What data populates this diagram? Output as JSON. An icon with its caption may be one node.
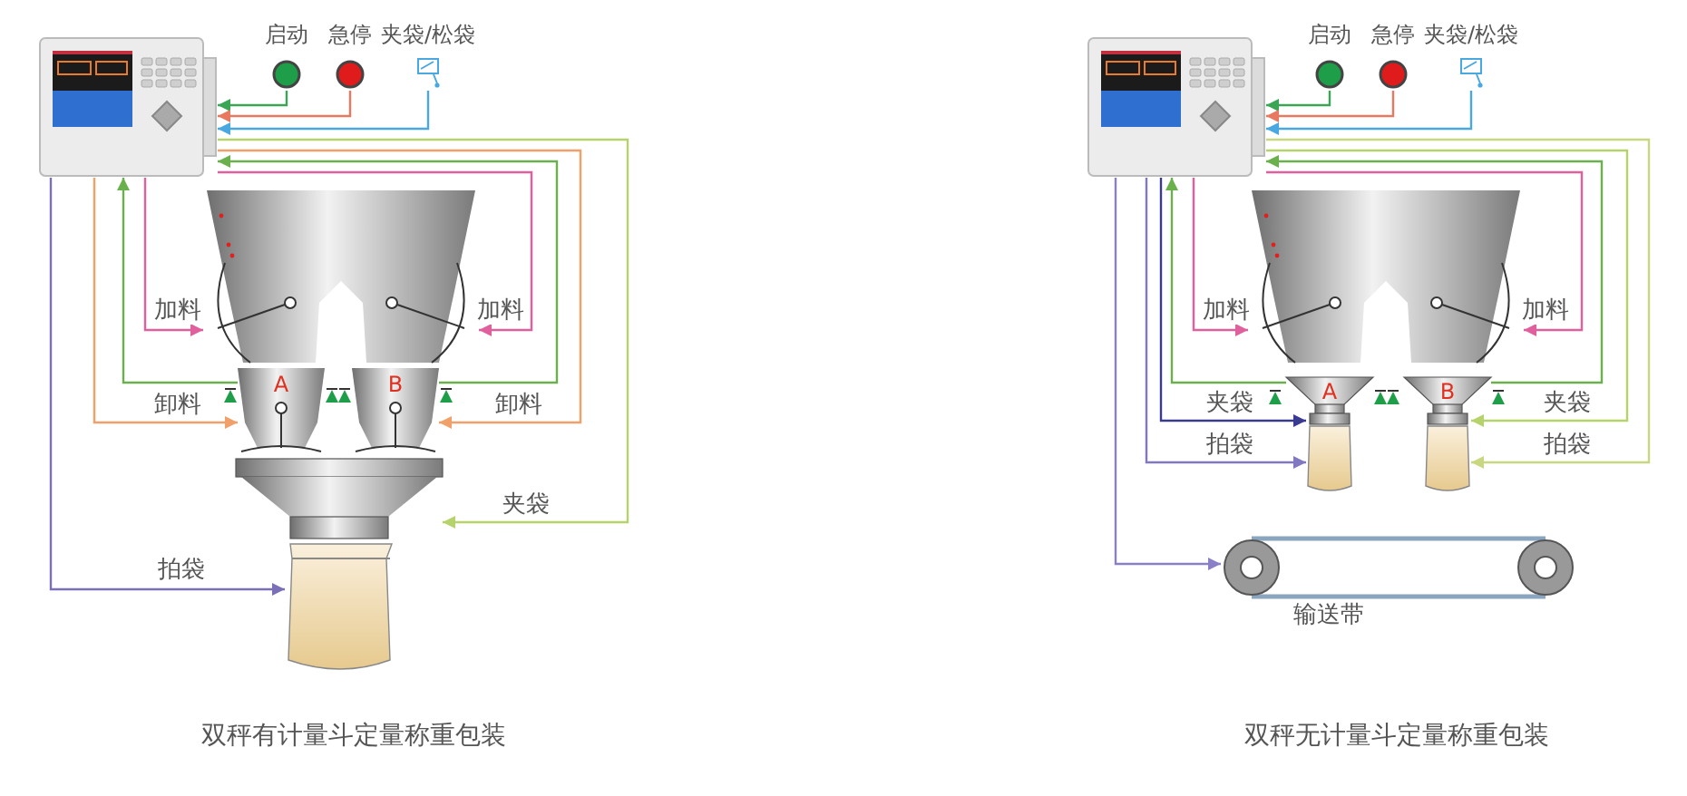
{
  "diagram": {
    "nodes": [
      {
        "text": [],
        "shape": "picture"
      },
      {
        "text": [
          "启动"
        ]
      },
      {
        "text": [
          "急停"
        ]
      },
      {
        "text": [
          "夹袋/松袋"
        ]
      },
      {
        "text": [],
        "shape": "picture"
      },
      {
        "text": [
          "A"
        ]
      },
      {
        "text": [
          "B"
        ]
      },
      {
        "text": [],
        "shape": "picture"
      },
      {
        "text": [],
        "shape": "picture"
      },
      {
        "text": [],
        "shape": "picture"
      },
      {
        "text": [
          "启动"
        ]
      },
      {
        "text": [
          "急停"
        ]
      },
      {
        "text": [
          "夹袋/松袋"
        ]
      },
      {
        "text": [],
        "shape": "picture"
      },
      {
        "text": [
          "A"
        ]
      },
      {
        "text": [
          "B"
        ]
      },
      {
        "text": [],
        "shape": "picture"
      },
      {
        "text": [],
        "shape": "picture"
      },
      {
        "text": [
          "输送带"
        ]
      }
    ],
    "edges": [
      {
        "from": 1,
        "to": 0,
        "arrow": "to",
        "color": "#3aa655"
      },
      {
        "from": 2,
        "to": 0,
        "arrow": "to",
        "color": "#e8785f"
      },
      {
        "from": 3,
        "to": 0,
        "arrow": "to",
        "color": "#4aa8e0"
      },
      {
        "from": 0,
        "to": 4,
        "arrow": "to",
        "label": "加料",
        "color": "#e0609e"
      },
      {
        "from": 0,
        "to": 4,
        "arrow": "to",
        "label": "加料",
        "color": "#e0609e"
      },
      {
        "from": 5,
        "to": 0,
        "arrow": "to",
        "color": "#6ab04c"
      },
      {
        "from": 6,
        "to": 0,
        "arrow": "to",
        "color": "#6ab04c"
      },
      {
        "from": 0,
        "to": 5,
        "arrow": "to",
        "label": "卸料",
        "color": "#f0a068"
      },
      {
        "from": 0,
        "to": 6,
        "arrow": "to",
        "label": "卸料",
        "color": "#f0a068"
      },
      {
        "from": 0,
        "to": 7,
        "arrow": "to",
        "label": "夹袋",
        "color": "#b5d36a"
      },
      {
        "from": 0,
        "to": 8,
        "arrow": "to",
        "label": "拍袋",
        "color": "#7a70b8"
      },
      {
        "from": 10,
        "to": 9,
        "arrow": "to",
        "color": "#3aa655"
      },
      {
        "from": 11,
        "to": 9,
        "arrow": "to",
        "color": "#e8785f"
      },
      {
        "from": 12,
        "to": 9,
        "arrow": "to",
        "color": "#4aa8e0"
      },
      {
        "from": 9,
        "to": 13,
        "arrow": "to",
        "label": "加料",
        "color": "#e0609e"
      },
      {
        "from": 9,
        "to": 13,
        "arrow": "to",
        "label": "加料",
        "color": "#e0609e"
      },
      {
        "from": 14,
        "to": 9,
        "arrow": "to",
        "color": "#6ab04c"
      },
      {
        "from": 15,
        "to": 9,
        "arrow": "to",
        "color": "#6ab04c"
      },
      {
        "from": 9,
        "to": 16,
        "arrow": "to",
        "label": "夹袋",
        "color": "#3a3a90"
      },
      {
        "from": 9,
        "to": 16,
        "arrow": "to",
        "label": "拍袋",
        "color": "#8078c0"
      },
      {
        "from": 9,
        "to": 17,
        "arrow": "to",
        "label": "夹袋",
        "color": "#b5d36a"
      },
      {
        "from": 9,
        "to": 17,
        "arrow": "to",
        "label": "拍袋",
        "color": "#c8d880"
      },
      {
        "from": 9,
        "to": 18,
        "arrow": "to",
        "color": "#8a80c8"
      }
    ],
    "labels": [
      "双秤有计量斗定量称重包装",
      "双秤无计量斗定量称重包装"
    ]
  }
}
